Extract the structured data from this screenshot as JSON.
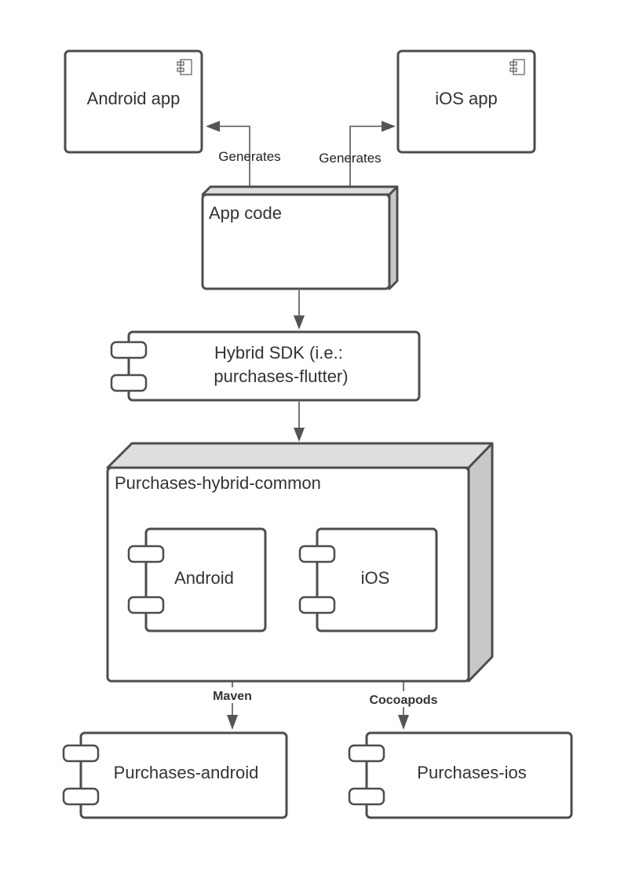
{
  "nodes": {
    "android_app": "Android app",
    "ios_app": "iOS app",
    "app_code": "App code",
    "hybrid_sdk": [
      "Hybrid SDK (i.e.:",
      "purchases-flutter)"
    ],
    "purchases_hybrid_common": "Purchases-hybrid-common",
    "android": "Android",
    "ios": "iOS",
    "purchases_android": "Purchases-android",
    "purchases_ios": "Purchases-ios"
  },
  "edges": {
    "app_code_to_android_app": "Generates",
    "app_code_to_ios_app": "Generates",
    "android_to_purchases_android": "Maven",
    "ios_to_purchases_ios": "Cocoapods"
  },
  "colors": {
    "stroke": "#4d4d4d",
    "node_fill": "#ffffff",
    "depth_side": "#c8c8c8",
    "depth_top": "#dedede",
    "edge": "#555555"
  },
  "icons": {
    "android_app": "component-icon",
    "ios_app": "component-icon"
  }
}
